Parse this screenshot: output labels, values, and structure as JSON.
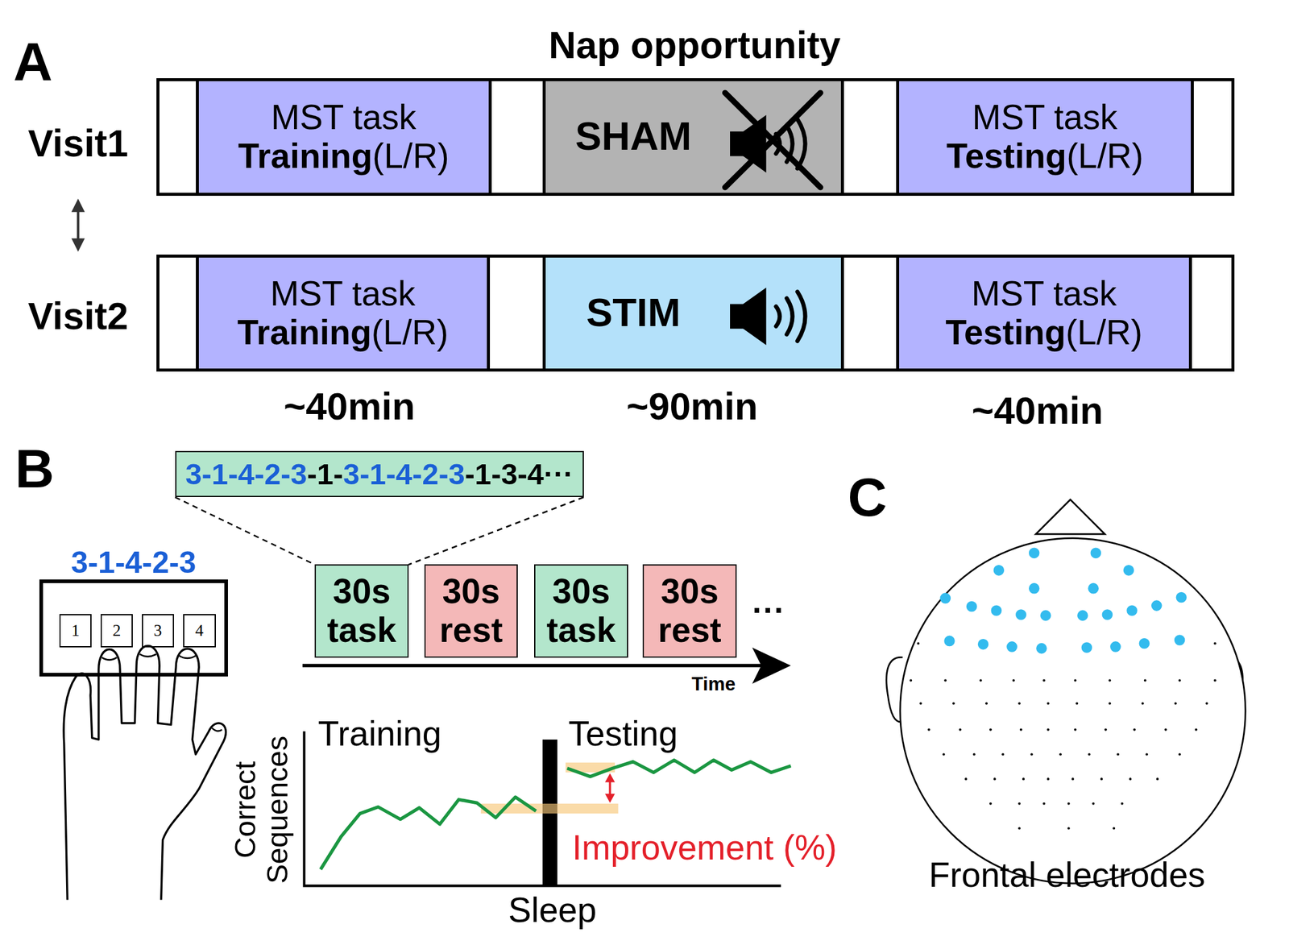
{
  "diagram": {
    "title": "Nap opportunity",
    "nodes": [
      {
        "text": [
          "Visit1"
        ]
      },
      {
        "text": [
          "MST task",
          "Training(L/R)"
        ],
        "in": 0
      },
      {
        "text": [
          "SHAM"
        ],
        "in": 0
      },
      {
        "text": [
          "MST task",
          "Testing(L/R)"
        ],
        "in": 0
      },
      {
        "text": [
          "Visit2"
        ]
      },
      {
        "text": [
          "MST task",
          "Training(L/R)"
        ],
        "in": 4
      },
      {
        "text": [
          "STIM"
        ],
        "in": 4
      },
      {
        "text": [
          "MST task",
          "Testing(L/R)"
        ],
        "in": 4
      },
      {
        "text": [
          "3-1-4-2-3-1-3-1-4-2-3-1-3-4···"
        ]
      },
      {
        "text": [
          "30s task"
        ]
      },
      {
        "text": [
          "30s rest"
        ]
      },
      {
        "text": [
          "30s task"
        ]
      },
      {
        "text": [
          "30s rest"
        ]
      },
      {
        "text": [
          "3-1-4-2-3"
        ]
      },
      {
        "text": [
          "1"
        ],
        "in": 13
      },
      {
        "text": [
          "2"
        ],
        "in": 13
      },
      {
        "text": [
          "3"
        ],
        "in": 13
      },
      {
        "text": [
          "4"
        ],
        "in": 13
      }
    ],
    "edges": [
      {
        "from": 0,
        "to": 4,
        "arrow": "both"
      },
      {
        "from": 8,
        "to": 9,
        "arrow": "none"
      },
      {
        "from": 8,
        "to": 9,
        "arrow": "none"
      }
    ],
    "labels": [
      "A",
      "~40min",
      "~90min",
      "~40min",
      "B",
      "···",
      "Time",
      "Training",
      "Testing",
      "Correct Sequences",
      "Sleep",
      "Improvement (%)",
      "C",
      "Frontal electrodes"
    ]
  }
}
